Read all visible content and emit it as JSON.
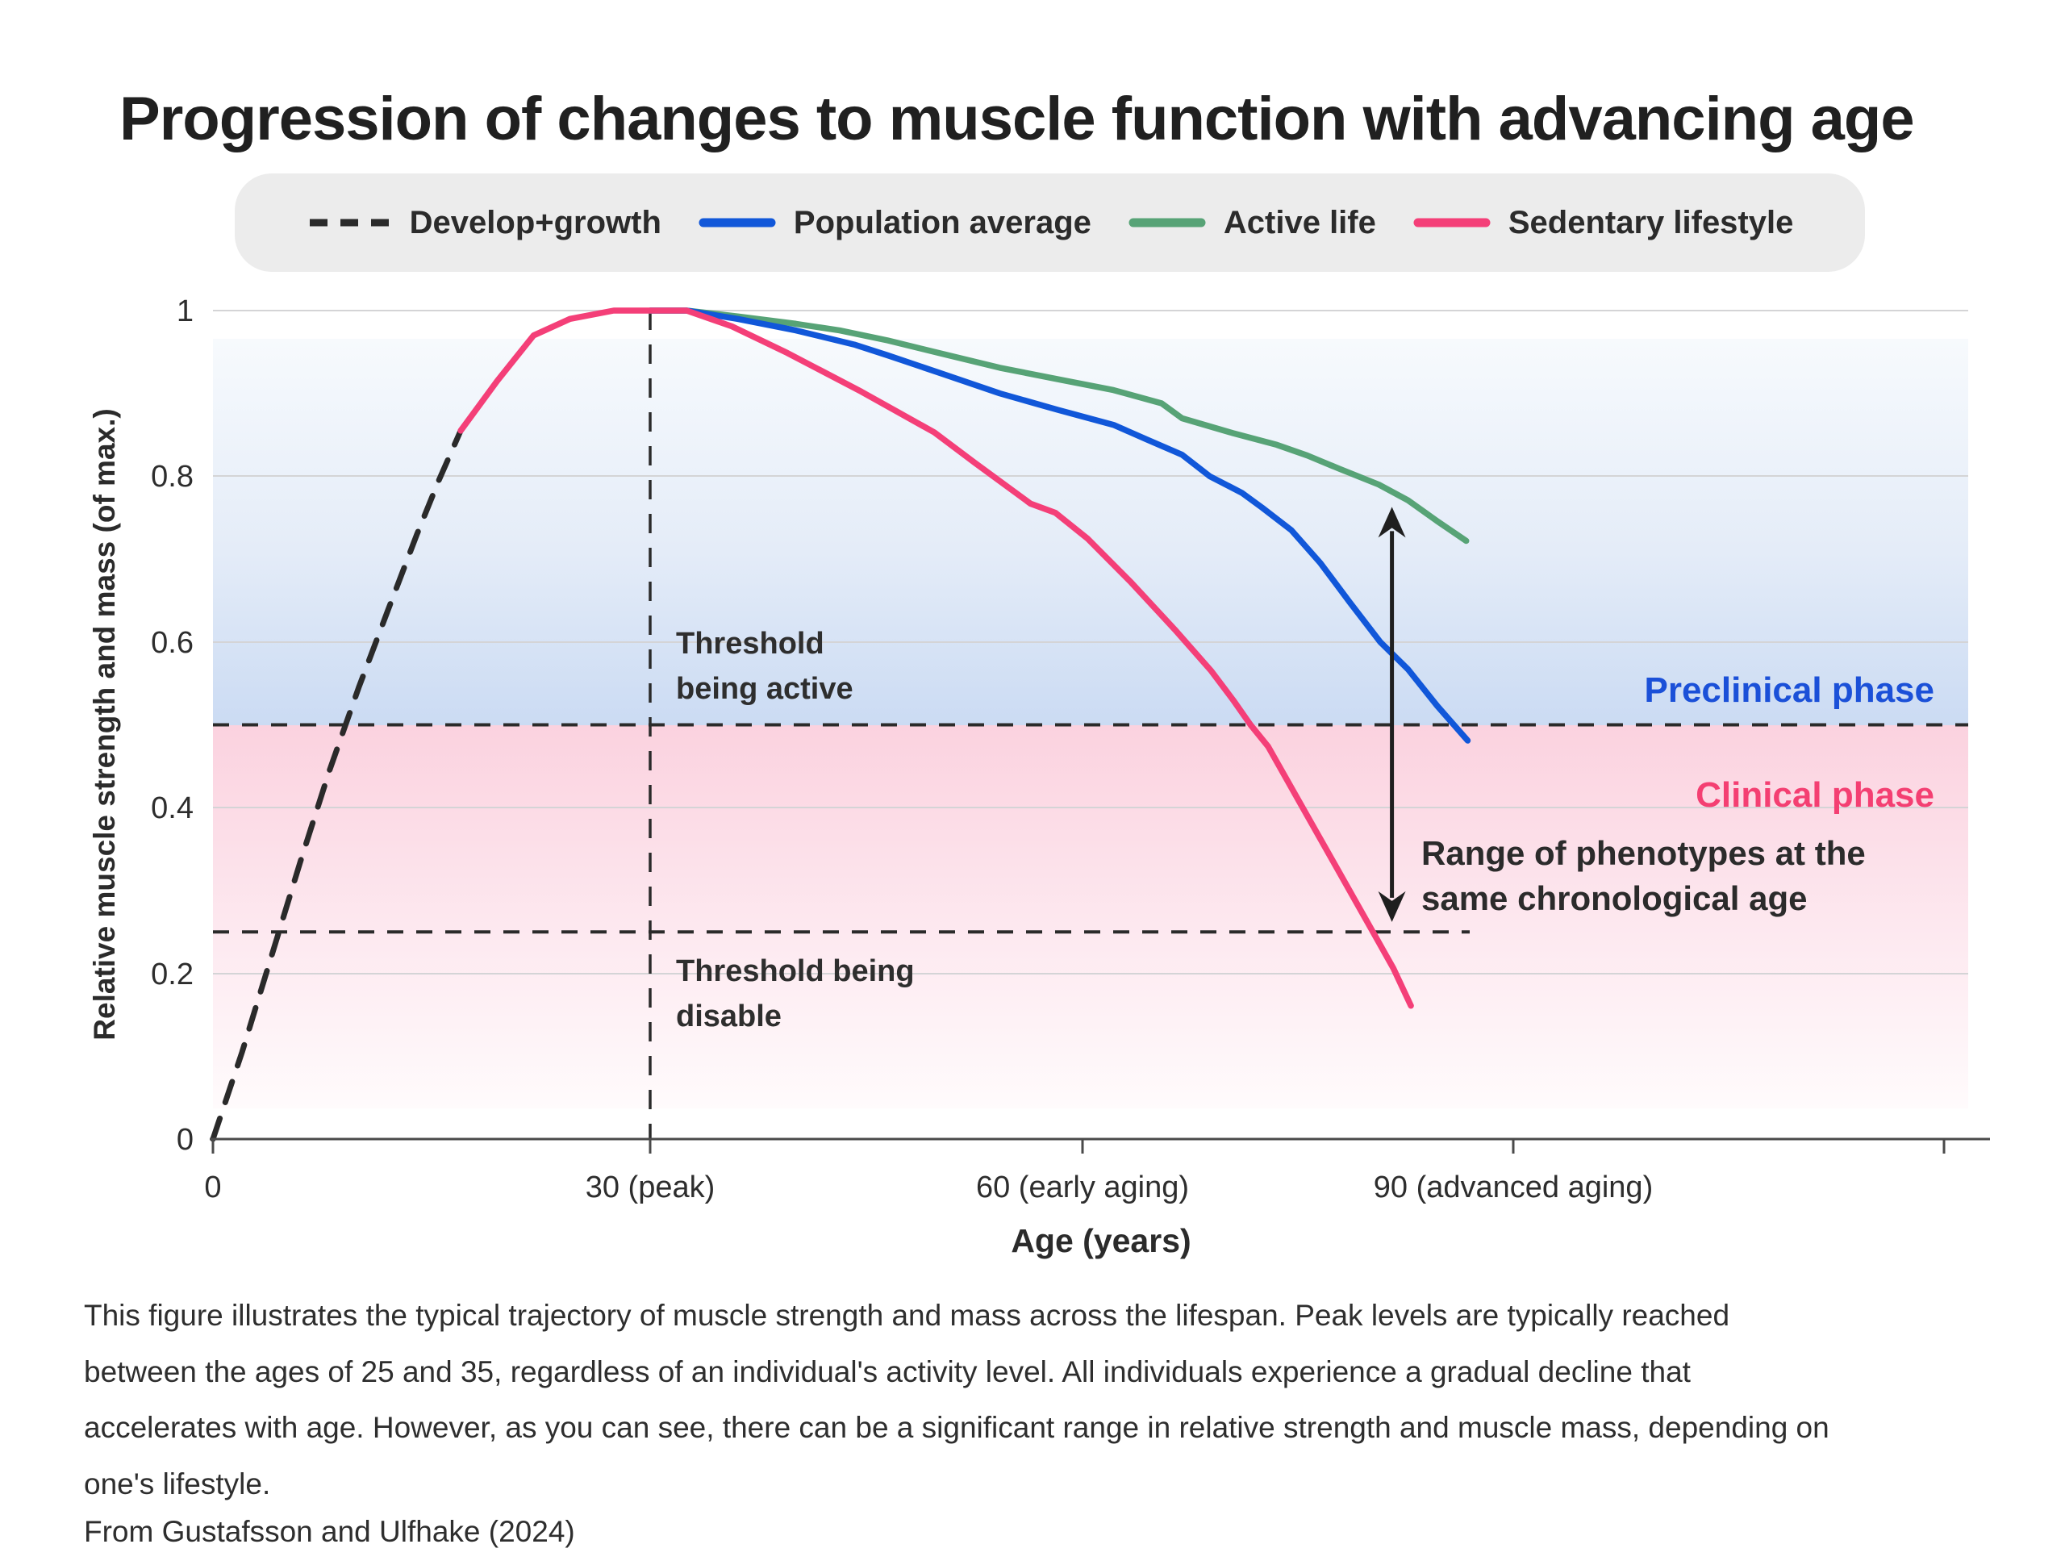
{
  "title": "Progression of changes to muscle function with advancing age",
  "legend": {
    "items": [
      {
        "label": "Develop+growth",
        "marker": "dashed-line",
        "color": "#2a2a2a"
      },
      {
        "label": "Population average",
        "marker": "line",
        "color": "#1157d9"
      },
      {
        "label": "Active life",
        "marker": "line",
        "color": "#57a376"
      },
      {
        "label": "Sedentary lifestyle",
        "marker": "line",
        "color": "#f43f78"
      }
    ]
  },
  "chart_data": {
    "type": "line",
    "xlabel": "Age (years)",
    "ylabel": "Relative muscle strength and mass (of max.)",
    "xlim": [
      0,
      123
    ],
    "ylim": [
      0,
      1
    ],
    "grid": "horizontal",
    "x_ticks": [
      {
        "value": 0,
        "label": "0"
      },
      {
        "value": 30,
        "label": "30 (peak)"
      },
      {
        "value": 60,
        "label": "60 (early aging)"
      },
      {
        "value": 90,
        "label": "90 (advanced aging)"
      },
      {
        "value": 120,
        "label": ""
      }
    ],
    "y_ticks": [
      {
        "value": 1,
        "label": "1"
      },
      {
        "value": 0.8,
        "label": "0.8"
      },
      {
        "value": 0.6,
        "label": "0.6"
      },
      {
        "value": 0.4,
        "label": "0.4"
      },
      {
        "value": 0.2,
        "label": "0.2"
      },
      {
        "value": 0,
        "label": "0"
      }
    ],
    "series": [
      {
        "name": "Develop+growth",
        "style": "dashed",
        "color": "#2a2a2a",
        "points": [
          [
            0,
            0
          ],
          [
            2,
            0.105
          ],
          [
            4,
            0.22
          ],
          [
            6,
            0.335
          ],
          [
            8,
            0.445
          ],
          [
            10,
            0.545
          ],
          [
            12,
            0.638
          ],
          [
            14,
            0.73
          ],
          [
            15.5,
            0.795
          ],
          [
            17,
            0.855
          ]
        ]
      },
      {
        "name": "Active life",
        "style": "solid",
        "color": "#57a376",
        "points": [
          [
            30,
            1
          ],
          [
            32.5,
            1
          ],
          [
            36,
            0.993
          ],
          [
            40,
            0.984
          ],
          [
            43,
            0.976
          ],
          [
            46.3,
            0.964
          ],
          [
            50,
            0.948
          ],
          [
            54,
            0.931
          ],
          [
            58,
            0.917
          ],
          [
            61.8,
            0.904
          ],
          [
            65.1,
            0.888
          ],
          [
            66.5,
            0.87
          ],
          [
            70,
            0.852
          ],
          [
            73,
            0.838
          ],
          [
            75.1,
            0.825
          ],
          [
            77.3,
            0.809
          ],
          [
            80,
            0.79
          ],
          [
            82,
            0.771
          ],
          [
            84,
            0.746
          ],
          [
            86,
            0.722
          ]
        ]
      },
      {
        "name": "Population average",
        "style": "solid",
        "color": "#1157d9",
        "points": [
          [
            30,
            1
          ],
          [
            32.5,
            1
          ],
          [
            36,
            0.99
          ],
          [
            40,
            0.976
          ],
          [
            44,
            0.959
          ],
          [
            46.3,
            0.946
          ],
          [
            50,
            0.924
          ],
          [
            54,
            0.9
          ],
          [
            58,
            0.88
          ],
          [
            61.8,
            0.862
          ],
          [
            64,
            0.845
          ],
          [
            66.5,
            0.826
          ],
          [
            68.4,
            0.8
          ],
          [
            70.6,
            0.78
          ],
          [
            72,
            0.762
          ],
          [
            74,
            0.735
          ],
          [
            76,
            0.695
          ],
          [
            78,
            0.648
          ],
          [
            80.1,
            0.6
          ],
          [
            82,
            0.567
          ],
          [
            84,
            0.523
          ],
          [
            86.1,
            0.481
          ]
        ]
      },
      {
        "name": "Sedentary lifestyle",
        "style": "solid",
        "color": "#f43f78",
        "points": [
          [
            17,
            0.855
          ],
          [
            19.5,
            0.915
          ],
          [
            22,
            0.97
          ],
          [
            24.5,
            0.99
          ],
          [
            27.5,
            1
          ],
          [
            32.5,
            1
          ],
          [
            35.6,
            0.981
          ],
          [
            39.4,
            0.949
          ],
          [
            44.5,
            0.902
          ],
          [
            49.5,
            0.853
          ],
          [
            52.3,
            0.816
          ],
          [
            56.1,
            0.767
          ],
          [
            57.8,
            0.756
          ],
          [
            60,
            0.725
          ],
          [
            63,
            0.672
          ],
          [
            66,
            0.615
          ],
          [
            68.5,
            0.565
          ],
          [
            70,
            0.53
          ],
          [
            71.2,
            0.5
          ],
          [
            72.4,
            0.474
          ],
          [
            75,
            0.393
          ],
          [
            77,
            0.331
          ],
          [
            79.5,
            0.253
          ],
          [
            81,
            0.206
          ],
          [
            82.2,
            0.161
          ]
        ]
      }
    ],
    "thresholds": [
      {
        "value": 0.5,
        "label": "Threshold being active"
      },
      {
        "value": 0.25,
        "label": "Threshold being disable"
      }
    ],
    "peak_age_line": 30
  },
  "annotations": {
    "threshold_active": {
      "line1": "Threshold",
      "line2": "being active"
    },
    "threshold_disable": {
      "line1": "Threshold being",
      "line2": "disable"
    },
    "preclinical": "Preclinical phase",
    "clinical": "Clinical phase",
    "range": {
      "line1": "Range of phenotypes at the",
      "line2": "same chronological age",
      "age": 80.9,
      "v_top": 0.763,
      "v_bottom": 0.262
    }
  },
  "colors": {
    "preclinical_text": "#1b50d8",
    "clinical_text": "#f43f72",
    "preclinical_band": "#cbdbf3",
    "clinical_band": "#fbd2df",
    "gridline": "#d4d4d6",
    "axis": "#4a4a4a",
    "dashed": "#2a2a2a"
  },
  "caption": "This figure illustrates the typical trajectory of muscle strength and mass across the lifespan. Peak levels are typically reached\nbetween the ages of 25 and 35, regardless of an individual's activity level. All individuals experience a gradual decline that\naccelerates with age. However, as you can see, there can be a significant range in relative strength and muscle mass, depending on\none's lifestyle.",
  "source": "From Gustafsson and Ulfhake (2024)"
}
